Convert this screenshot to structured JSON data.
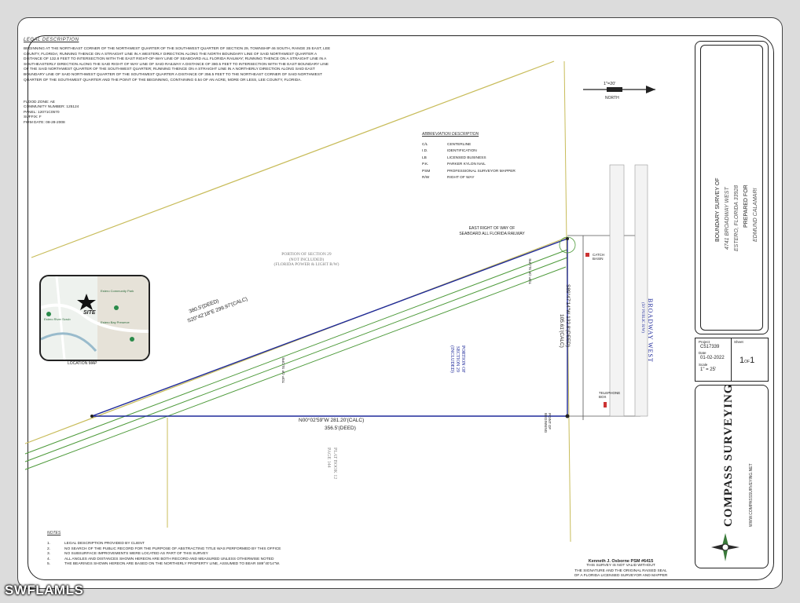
{
  "legal": {
    "heading": "LEGAL DESCRIPTION",
    "body": "BEGINNING AT THE NORTHEAST CORNER OF THE NORTHWEST QUARTER OF THE SOUTHWEST QUARTER OF SECTION 29, TOWNSHIP 46 SOUTH, RANGE 25 EAST, LEE COUNTY, FLORIDA; RUNNING THENCE ON A STRAIGHT LINE IN A WESTERLY DIRECTION ALONG THE NORTH BOUNDARY LINE OF SAID NORTHWEST QUARTER A DISTANCE OF 132.8 FEET TO INTERSECTION WITH THE EAST RIGHT-OF-WAY LINE OF SEABOARD ALL FLORIDA RAILWAY; RUNNING THENCE ON A STRAIGHT LINE IN A SOUTHEASTERLY DIRECTION ALONG THE SAID RIGHT OF WAY LINE OF SAID RAILWAY A DISTANCE OF 380.5 FEET TO INTERSECTION WITH THE EAST BOUNDARY LINE OF THE SAID NORTHWEST QUARTER OF THE SOUTHWEST QUARTER; RUNNING THENCE ON A STRAIGHT LINE IN A NORTHERLY DIRECTION ALONG SAID EAST BOUNDARY LINE OF SAID NORTHWEST QUARTER OF THE SOUTHWEST QUARTER A DISTANCE OF 356.5 FEET TO THE NORTHEAST CORNER OF SAID NORTHWEST QUARTER OF THE SOUTHWEST QUARTER AND THE POINT OF THE BEGINNING, CONTAINING 0.54 OF AN ACRE, MORE OR LESS, LEE COUNTY, FLORIDA.",
    "flood": [
      "FLOOD ZONE: AE",
      "COMMUNITY NUMBER: 125124",
      "PANEL: 12071C0570",
      "SUFFIX: F",
      "FIRM DATE: 08-28-2008"
    ]
  },
  "abbreviations": {
    "heading": "ABBREVIATION DESCRIPTION",
    "items": [
      {
        "ab": "C/L",
        "desc": "CENTERLINE"
      },
      {
        "ab": "I.D.",
        "desc": "IDENTIFICATION"
      },
      {
        "ab": "LB",
        "desc": "LICENSED BUSINESS"
      },
      {
        "ab": "P.K.",
        "desc": "PARKER KYLON NAIL"
      },
      {
        "ab": "PSM",
        "desc": "PROFESSIONAL SURVEYOR MAPPER"
      },
      {
        "ab": "R/W",
        "desc": "RIGHT OF WAY"
      }
    ]
  },
  "plan": {
    "scale_note": "1\"=20'",
    "north": "NORTH",
    "railway_label": [
      "EAST RIGHT OF WAY OF",
      "SEABOARD ALL FLORIDA RAILWAY"
    ],
    "portion_excluded": [
      "PORTION OF SECTION 29",
      "(NOT INCLUDED)",
      "(FLORIDA POWER & LIGHT R/W)"
    ],
    "portion_included": [
      "PORTION OF",
      "SECTION 29",
      "(INCLUDED)"
    ],
    "bearing_sw_deed": "380.5'(DEED)",
    "bearing_sw_calc": "S20°42'18\"E  299.97'(CALC)",
    "bearing_s_calc": "N00°02'59\"W  281.20'(CALC)",
    "bearing_s_deed": "356.5'(DEED)",
    "bearing_e_1": "S89°47'14\"W  132.8'(DEED)",
    "bearing_e_2": "105.61'(CALC)",
    "road_name": "BROADWAY WEST",
    "road_sub": "(50' PUBLIC R/W)",
    "plat_book": [
      "PLAT BOOK 12",
      "PAGE 144"
    ],
    "catch_basin": [
      "CATCH",
      "BASIN"
    ],
    "telephone_box": [
      "TELEPHONE",
      "BOX"
    ],
    "slope": "TOP OF SLOPE",
    "pob": [
      "POINT OF",
      "BEGINNING"
    ]
  },
  "map": {
    "caption": "LOCATION MAP",
    "site": "SITE",
    "labels": [
      "Estero River Scrub",
      "Estero Community Park",
      "Estero Bay Preserve"
    ]
  },
  "notes": {
    "heading": "NOTES",
    "items": [
      {
        "n": "1.",
        "t": "LEGAL DESCRIPTION PROVIDED BY CLIENT"
      },
      {
        "n": "2.",
        "t": "NO SEARCH OF THE PUBLIC RECORD FOR THE PURPOSE OF ABSTRACTING TITLE WAS PERFORMED BY THIS OFFICE"
      },
      {
        "n": "3.",
        "t": "NO SUBSURFACE IMPROVEMENTS WERE LOCATED AS PART OF THIS SURVEY"
      },
      {
        "n": "4.",
        "t": "ALL ANGLES AND DISTANCES SHOWN HEREON ARE BOTH RECORD AND MEASURED UNLESS OTHERWISE NOTED"
      },
      {
        "n": "5.",
        "t": "THE BEARINGS SHOWN HEREON ARE BASED ON THE NORTHERLY PROPERTY LINE, ASSUMED TO BEAR S89°40'14\"W."
      }
    ]
  },
  "signature": {
    "name": "Kenneth J. Osborne PSM #6415",
    "lines": [
      "THIS SURVEY IS NOT VALID WITHOUT",
      "THE SIGNATURE AND THE ORIGINAL RAISED SEAL",
      "OF A FLORIDA LICENSED SURVEYOR AND MAPPER"
    ]
  },
  "title_block": {
    "line1": "BOUNDARY SURVEY OF",
    "address1": "4741 BROADWAY WEST",
    "address2": "ESTERO, FLORIDA 33928",
    "prepared": "PREPARED FOR",
    "client": "EDMUND CALAMARI",
    "project_label": "Project",
    "project": "C517339",
    "date_label": "Date",
    "date": "01-02-2022",
    "scale_label": "Scale",
    "scale": "1\" = 25'",
    "sheet_label": "Sheet",
    "sheet_num": "1",
    "sheet_of": "OF",
    "sheet_total": "1"
  },
  "company": {
    "name": "COMPASS SURVEYING",
    "website": "WWW.COMPASSSURVEYING.NET"
  },
  "watermark": "SWFLAMLS",
  "colors": {
    "boundary": "#1f2a9a",
    "slope": "#4d9a3a",
    "railway": "#c8bc5a"
  }
}
